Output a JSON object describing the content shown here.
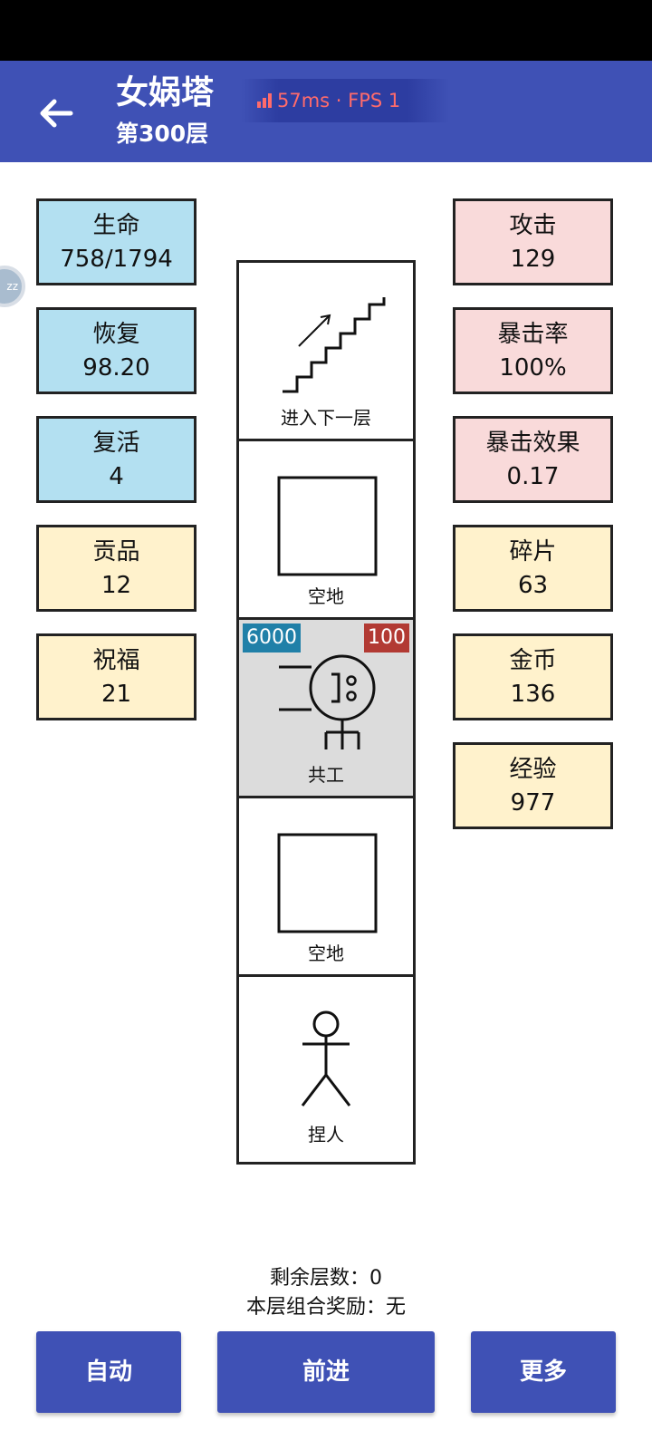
{
  "header": {
    "title": "女娲塔",
    "subtitle": "第300层",
    "perf": "57ms · FPS 1",
    "back_icon": "arrow-left-icon",
    "colors": {
      "app_bar": "#3f51b5",
      "status_bar": "#000000",
      "perf_text": "#ff6b6b"
    }
  },
  "left_stats": [
    {
      "label": "生命",
      "value": "758/1794",
      "color": "#b3e0f1"
    },
    {
      "label": "恢复",
      "value": "98.20",
      "color": "#b3e0f1"
    },
    {
      "label": "复活",
      "value": "4",
      "color": "#b3e0f1"
    },
    {
      "label": "贡品",
      "value": "12",
      "color": "#fff2cc"
    },
    {
      "label": "祝福",
      "value": "21",
      "color": "#fff2cc"
    }
  ],
  "right_stats": [
    {
      "label": "攻击",
      "value": "129",
      "color": "#f9dada"
    },
    {
      "label": "暴击率",
      "value": "100%",
      "color": "#f9dada"
    },
    {
      "label": "暴击效果",
      "value": "0.17",
      "color": "#f9dada"
    },
    {
      "label": "碎片",
      "value": "63",
      "color": "#fff2cc"
    },
    {
      "label": "金币",
      "value": "136",
      "color": "#fff2cc"
    },
    {
      "label": "经验",
      "value": "977",
      "color": "#fff2cc"
    }
  ],
  "cells": [
    {
      "label": "进入下一层",
      "icon": "stairs-up-icon"
    },
    {
      "label": "空地",
      "icon": "empty-square-icon"
    },
    {
      "label": "共工",
      "icon": "gonggong-enemy-icon",
      "hp": "6000",
      "attack": "100",
      "highlighted": true,
      "badge_colors": {
        "hp": "#2080a8",
        "attack": "#b23a33"
      }
    },
    {
      "label": "空地",
      "icon": "empty-square-icon"
    },
    {
      "label": "捏人",
      "icon": "stick-figure-icon"
    }
  ],
  "info": {
    "remaining_floors": "剩余层数：0",
    "combo_reward": "本层组合奖励：无"
  },
  "buttons": {
    "auto": "自动",
    "forward": "前进",
    "more": "更多"
  }
}
